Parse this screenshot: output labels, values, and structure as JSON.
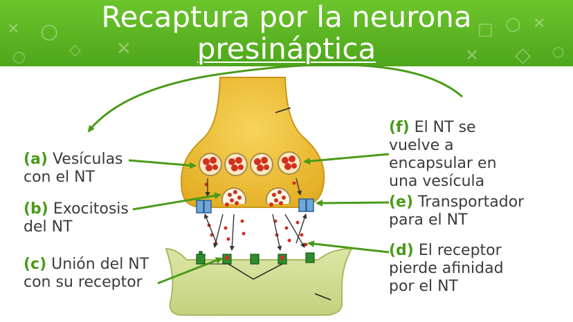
{
  "title": {
    "line1": "Recaptura por la neurona",
    "line2": "presináptica"
  },
  "labels": {
    "a": {
      "letter": "(a)",
      "line1": " Vesículas",
      "line2": "con el NT"
    },
    "b": {
      "letter": "(b)",
      "line1": " Exocitosis",
      "line2": "del NT"
    },
    "c": {
      "letter": "(c)",
      "line1": " Unión del NT",
      "line2": "con su receptor"
    },
    "f": {
      "letter": "(f)",
      "line1": " El NT se",
      "line2": "vuelve a",
      "line3": "encapsular en",
      "line4": "una vesícula"
    },
    "e": {
      "letter": "(e)",
      "line1": " Transportador",
      "line2": "para el NT"
    },
    "d": {
      "letter": "(d)",
      "line1": " El receptor",
      "line2": "pierde afinidad",
      "line3": "por el NT"
    }
  },
  "colors": {
    "banner": "#5bb522",
    "accent": "#4a9a18",
    "presynaptic": "#f0c23a",
    "postsynaptic": "#d7e29a",
    "neurotransmitter": "#d32f1f",
    "receptor": "#2e8b2e",
    "transporter": "#6fa8d8"
  },
  "icons": [
    "circle-icon",
    "cross-icon",
    "square-icon",
    "diamond-icon"
  ]
}
